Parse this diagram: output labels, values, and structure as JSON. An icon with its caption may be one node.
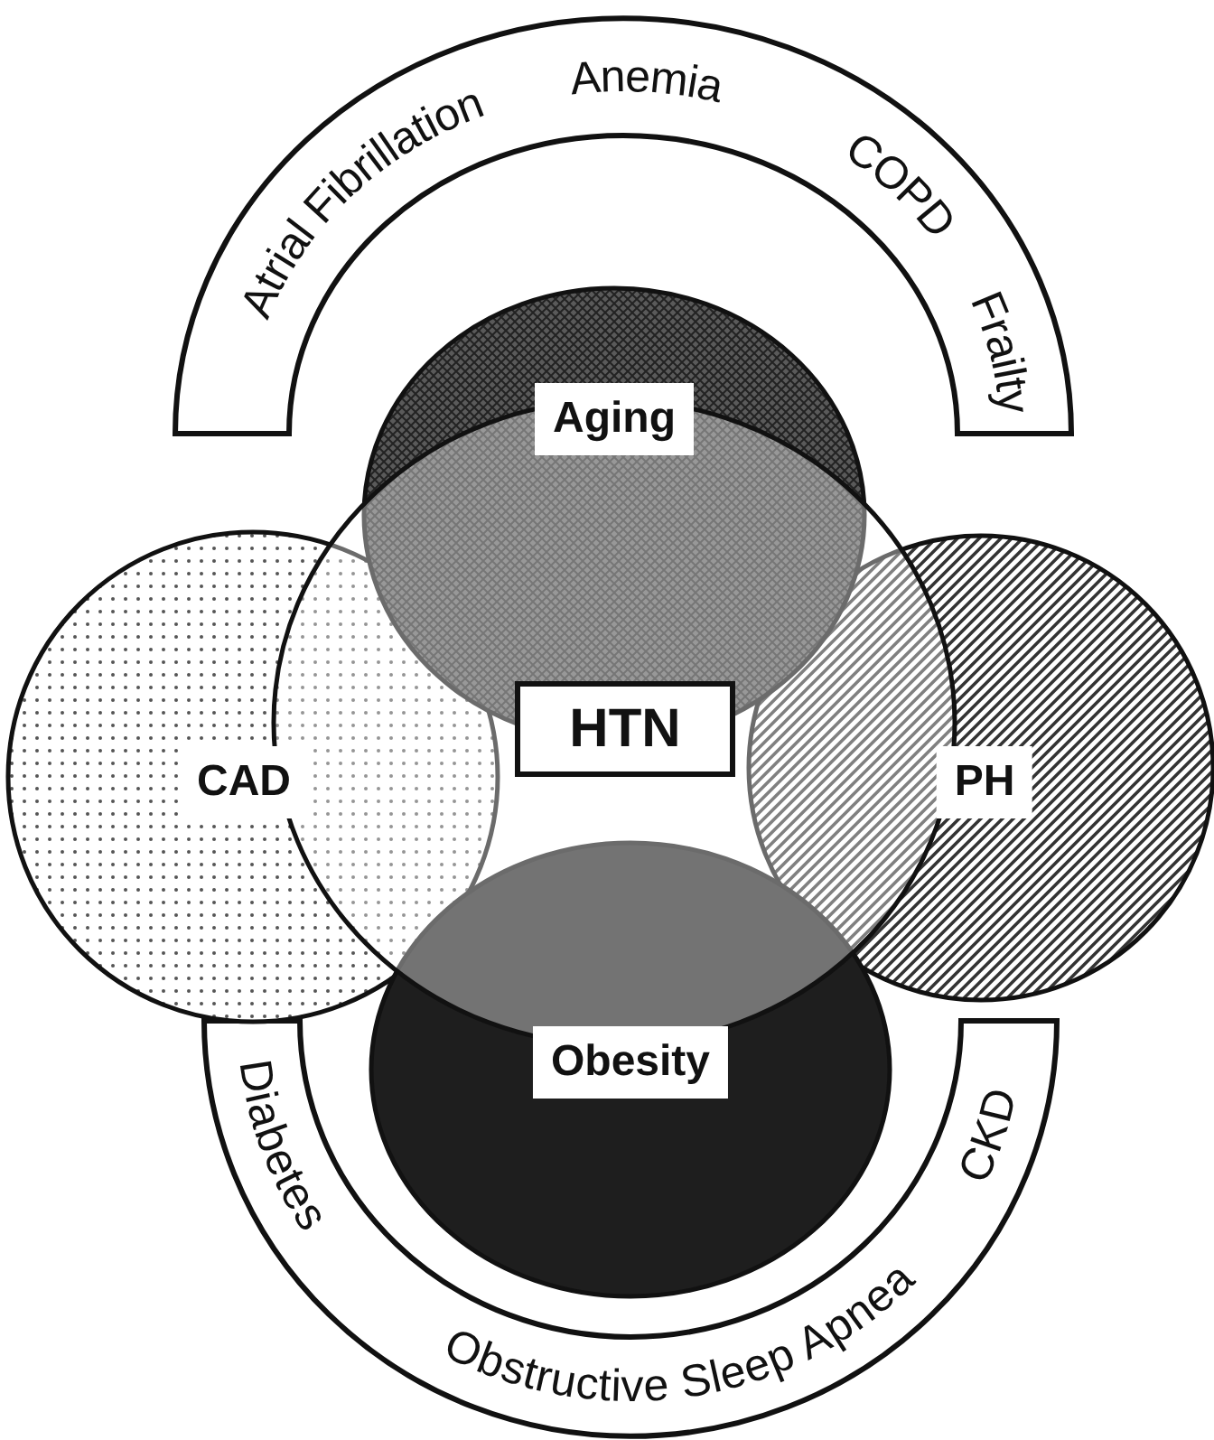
{
  "diagram": {
    "nodes": [
      {
        "text": [
          "Atrial Fibrillation",
          "Anemia",
          "COPD",
          "Frailty"
        ]
      },
      {
        "text": [
          "Aging"
        ]
      },
      {
        "text": [
          "CAD"
        ]
      },
      {
        "text": [],
        "shape": "circle"
      },
      {
        "text": [
          "HTN"
        ],
        "in": 3
      },
      {
        "text": [
          "PH"
        ]
      },
      {
        "text": [
          "Obesity"
        ]
      },
      {
        "text": [
          "Diabetes",
          "Obstructive Sleep Apnea",
          "CKD"
        ]
      }
    ]
  }
}
